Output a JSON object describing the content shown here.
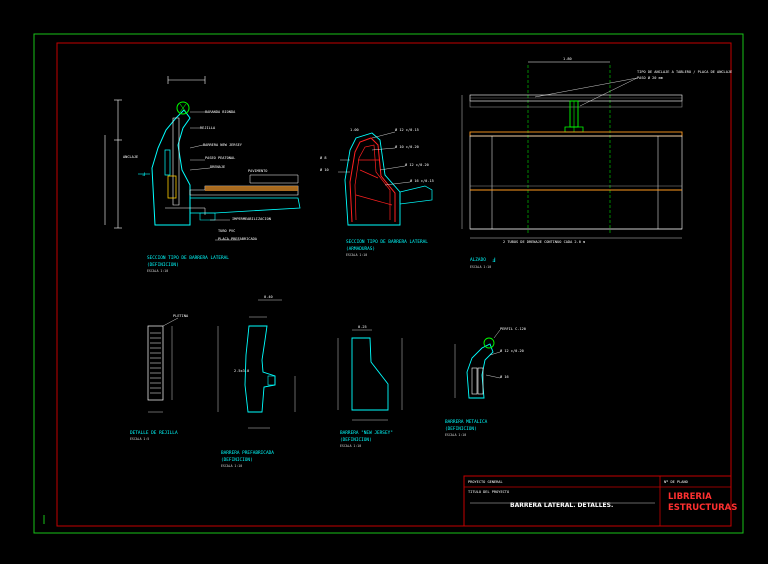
{
  "drawing": {
    "colors": {
      "frame_green": "#19c219",
      "frame_red": "#c40000",
      "cyan": "#00ffff",
      "red": "#ff2020",
      "orange": "#ff9a1e",
      "white": "#ffffff",
      "green": "#00e000"
    },
    "details": [
      {
        "title": "SECCION TIPO DE BARRERA LATERAL",
        "subtitle": "(DEFINICION)",
        "scale": "ESCALA 1:10"
      },
      {
        "title": "SECCION TIPO DE BARRERA LATERAL",
        "subtitle": "(ARMADURAS)",
        "scale": "ESCALA 1:10"
      },
      {
        "title": "ALZADO",
        "scale": "ESCALA 1:10"
      },
      {
        "title": "DETALLE DE REJILLA",
        "scale": "ESCALA 1:5"
      },
      {
        "title": "BARRERA PREFABRICADA",
        "subtitle": "(DEFINICION)",
        "scale": "ESCALA 1:10"
      },
      {
        "title": "BARRERA \"NEW JERSEY\"",
        "subtitle": "(DEFINICION)",
        "scale": "ESCALA 1:10"
      },
      {
        "title": "BARRERA METALICA",
        "subtitle": "(DEFINICION)",
        "scale": "ESCALA 1:10"
      }
    ],
    "section_annotations": [
      "BARANDA BIONDA",
      "BARRERA NEW JERSEY",
      "PASEO PEATONAL",
      "DRENAJE",
      "PAVIMENTO",
      "IMPERMEABILIZACION",
      "PLACA PREFABRICADA",
      "TUBO PVC"
    ],
    "elevation_note": "TIPO DE ANCLAJE A TABLERO / PLACA DE ANCLAJE",
    "elevation_bottom_note": "2 TUBOS DE DRENAJE CONTINUO CADA 2.0 m",
    "title_block": {
      "project": "PROYECTO GENERAL",
      "sheet": "Nº DE PLANO",
      "drawing_label": "TITULO DEL PROYECTO",
      "drawing_title": "BARRERA LATERAL. DETALLES.",
      "firm_line1": "LIBRERIA",
      "firm_line2": "ESTRUCTURAS"
    }
  }
}
